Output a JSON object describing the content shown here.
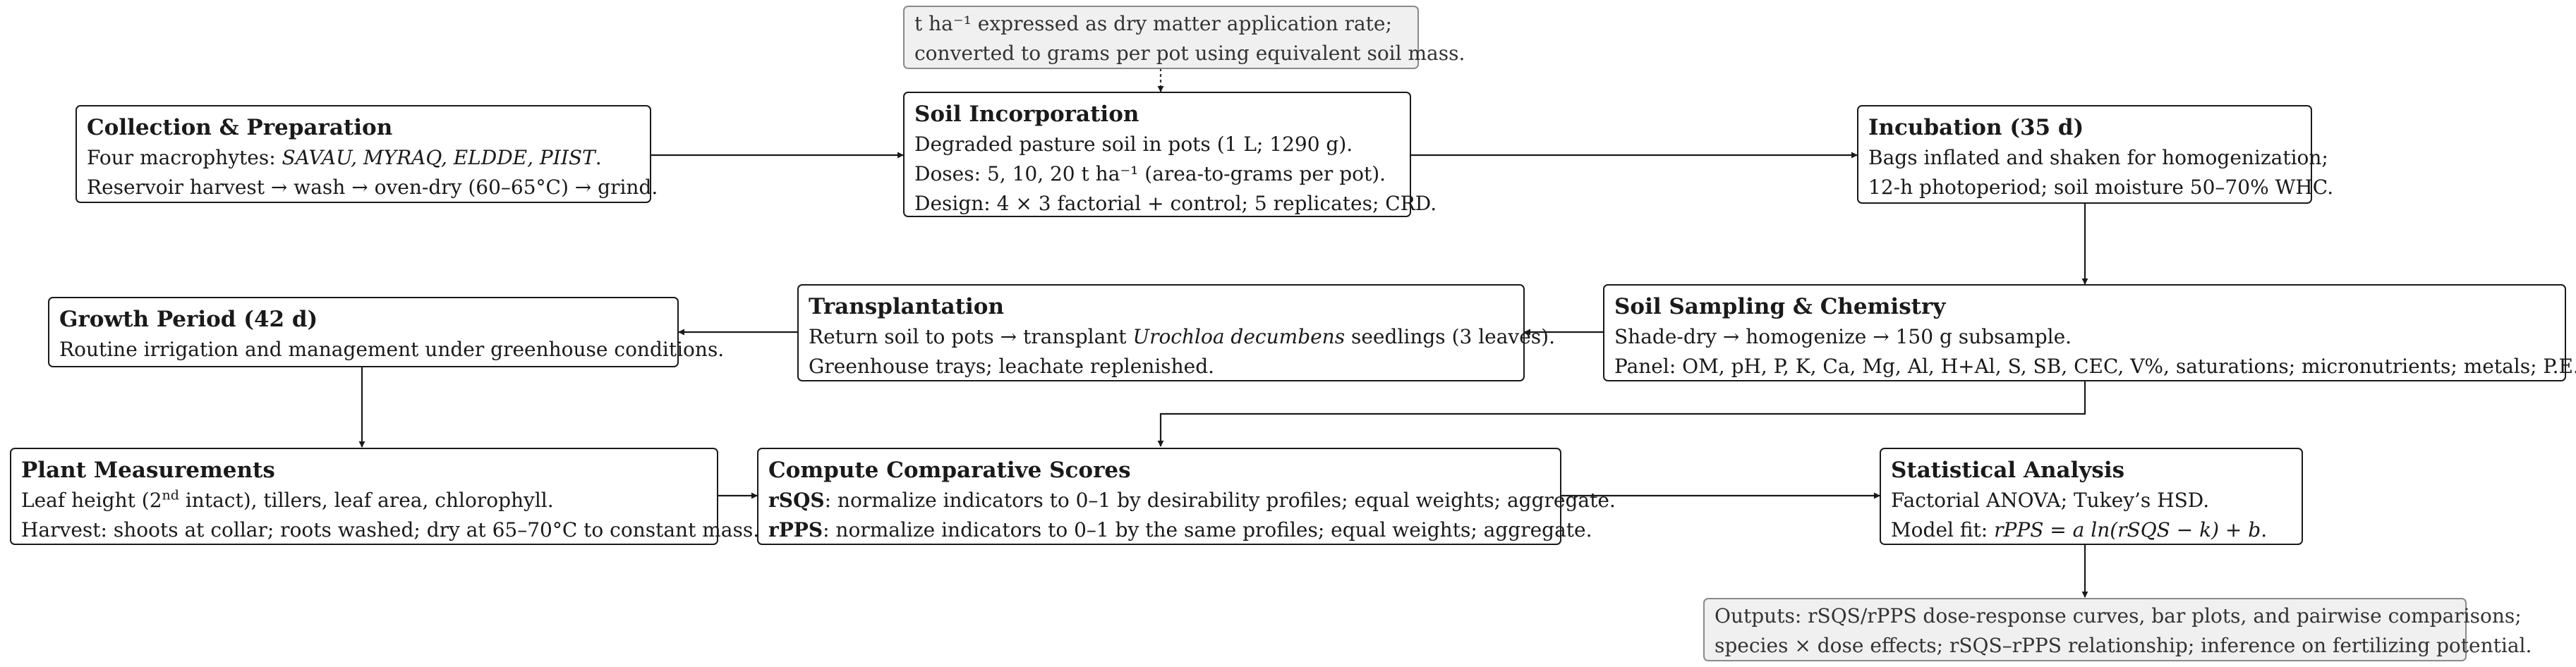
{
  "nodes": {
    "note_top": {
      "lines": [
        "t ha⁻¹ expressed as dry matter application rate;",
        "converted to grams per pot using equivalent soil mass."
      ]
    },
    "collection": {
      "title": "Collection & Preparation",
      "line1_pre": "Four macrophytes: ",
      "line1_species": "SAVAU, MYRAQ, ELDDE, PIIST",
      "line1_post": ".",
      "line2": "Reservoir harvest → wash → oven-dry (60–65°C) → grind."
    },
    "soil_incorporation": {
      "title": "Soil Incorporation",
      "lines": [
        "Degraded pasture soil in pots (1 L; 1290 g).",
        "Doses: 5, 10, 20 t ha⁻¹ (area-to-grams per pot).",
        "Design: 4 × 3 factorial + control; 5 replicates; CRD."
      ]
    },
    "incubation": {
      "title": "Incubation (35 d)",
      "lines": [
        "Bags inflated and shaken for homogenization;",
        "12-h photoperiod; soil moisture 50–70% WHC."
      ]
    },
    "soil_sampling": {
      "title": "Soil Sampling & Chemistry",
      "lines": [
        "Shade-dry → homogenize → 150 g subsample.",
        "Panel: OM, pH, P, K, Ca, Mg, Al, H+Al, S, SB, CEC, V%, saturations; micronutrients; metals; P.E."
      ]
    },
    "transplantation": {
      "title": "Transplantation",
      "line1_pre": "Return soil to pots → transplant ",
      "line1_species": "Urochloa decumbens",
      "line1_post": " seedlings (3 leaves).",
      "line2": "Greenhouse trays; leachate replenished."
    },
    "growth": {
      "title": "Growth Period (42 d)",
      "lines": [
        "Routine irrigation and management under greenhouse conditions."
      ]
    },
    "plant_measurements": {
      "title": "Plant Measurements",
      "line1_pre": "Leaf height (2",
      "line1_sup": "nd",
      "line1_post": " intact), tillers, leaf area, chlorophyll.",
      "line2": "Harvest: shoots at collar; roots washed; dry at 65–70°C to constant mass."
    },
    "scores": {
      "title": "Compute Comparative Scores",
      "rsqs_label": "rSQS",
      "rsqs_text": ": normalize indicators to 0–1 by desirability profiles; equal weights; aggregate.",
      "rpps_label": "rPPS",
      "rpps_text": ": normalize indicators to 0–1 by the same profiles; equal weights; aggregate."
    },
    "stats": {
      "title": "Statistical Analysis",
      "line1": "Factorial ANOVA; Tukey’s HSD.",
      "line2_pre": "Model fit: ",
      "line2_formula": "rPPS = a ln(rSQS − k) + b",
      "line2_post": "."
    },
    "outputs": {
      "lines": [
        "Outputs: rSQS/rPPS dose-response curves, bar plots, and pairwise comparisons;",
        "species × dose effects; rSQS–rPPS relationship; inference on fertilizing potential."
      ]
    }
  }
}
